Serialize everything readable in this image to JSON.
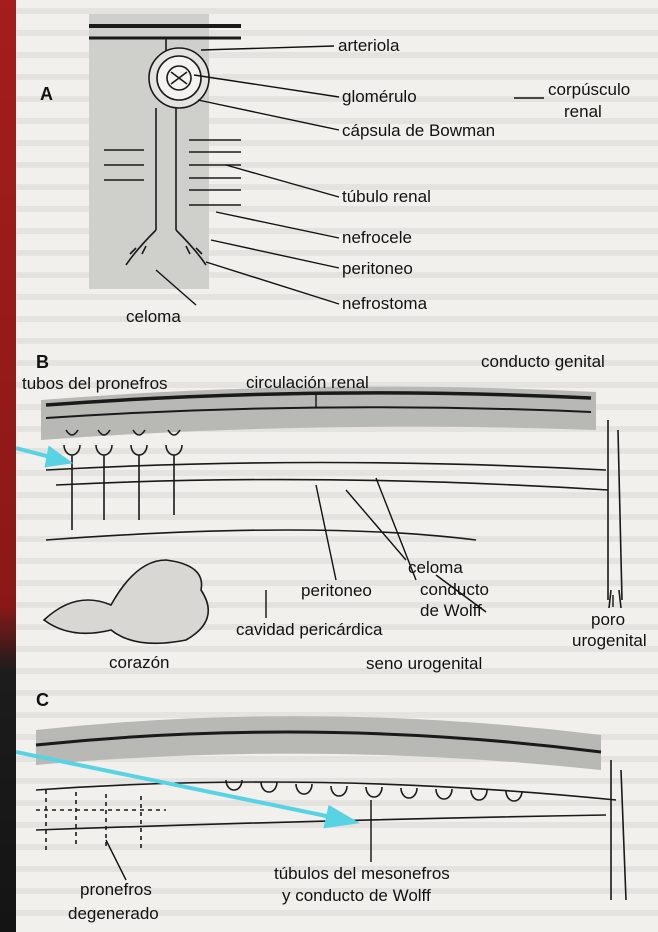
{
  "colors": {
    "frame": "#8b1a1a",
    "page": "#f1f0ec",
    "ink": "#111111",
    "arrow": "#57d3e3"
  },
  "panelA": {
    "letter": "A",
    "labels": {
      "arteriola": "arteriola",
      "glomerulo": "glomérulo",
      "corpusculo": "corpúsculo",
      "renal": "renal",
      "capsula": "cápsula de Bowman",
      "tubulo": "túbulo renal",
      "nefrocele": "nefrocele",
      "peritoneo": "peritoneo",
      "nefrostoma": "nefrostoma",
      "celoma": "celoma"
    }
  },
  "panelB": {
    "letter": "B",
    "labels": {
      "tubos": "tubos del pronefros",
      "circulacion": "circulación renal",
      "conducto_genital": "conducto genital",
      "celoma": "celoma",
      "peritoneo": "peritoneo",
      "conducto": "conducto",
      "de_wolff": "de Wolff",
      "poro": "poro",
      "urogenital": "urogenital",
      "cavidad": "cavidad pericárdica",
      "corazon": "corazón",
      "seno": "seno urogenital"
    }
  },
  "panelC": {
    "letter": "C",
    "labels": {
      "tubulos_line1": "túbulos del mesonefros",
      "tubulos_line2": "y conducto de Wolff",
      "pronefros": "pronefros",
      "degenerado": "degenerado"
    }
  }
}
